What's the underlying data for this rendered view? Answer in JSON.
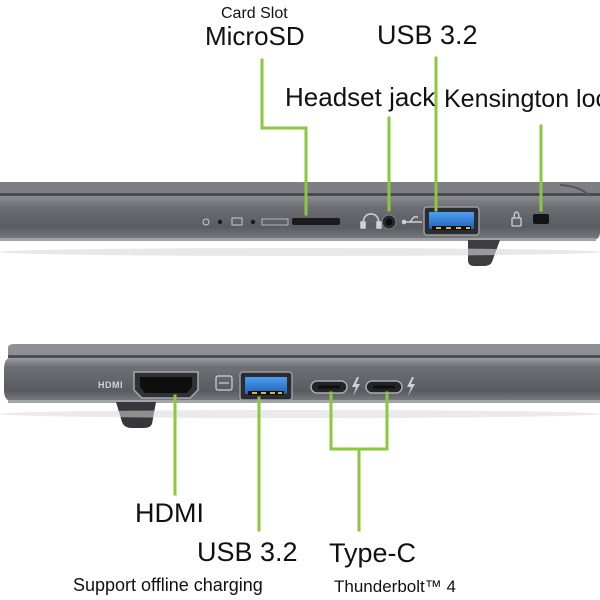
{
  "labels": {
    "card_slot_small": "Card Slot",
    "microsd": "MicroSD",
    "usb_top": "USB 3.2",
    "headset": "Headset jack",
    "kensington": "Kensington loc",
    "hdmi": "HDMI",
    "usb_bottom": "USB 3.2",
    "usb_bottom_sub": "Support offline charging",
    "typec": "Type-C",
    "typec_sub": "Thunderbolt™ 4"
  },
  "port_marks": {
    "hdmi_logo": "HDMI"
  },
  "colors": {
    "leader_line": "#8dc63f",
    "chassis": "#6b6d73",
    "usb_blue": "#2f7fd6"
  },
  "icons": [
    "microsd-slot-icon",
    "headset-jack-icon",
    "usb-a-port-icon",
    "kensington-lock-icon",
    "hdmi-port-icon",
    "usb-c-port-icon",
    "thunderbolt-icon"
  ]
}
